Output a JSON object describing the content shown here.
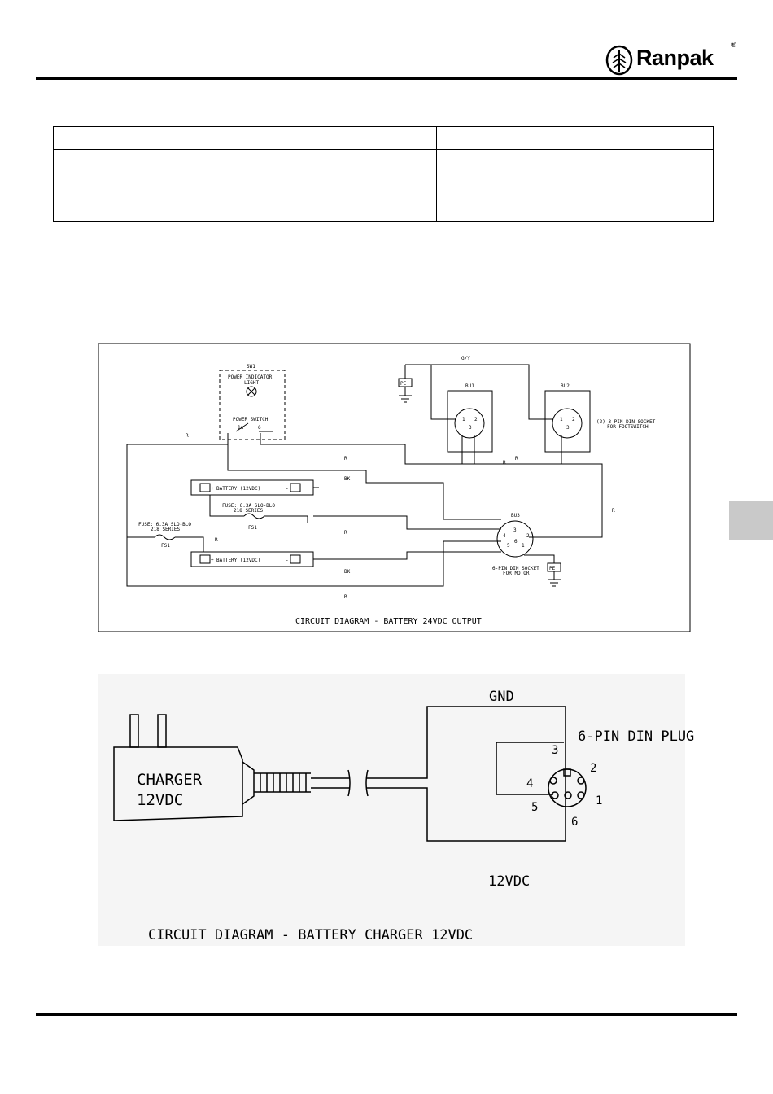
{
  "brand": {
    "name": "Ranpak",
    "registered": "®"
  },
  "spec_table": {
    "header": [
      "",
      "",
      ""
    ],
    "row": [
      "",
      "",
      ""
    ]
  },
  "diagram1": {
    "title": "CIRCUIT DIAGRAM - BATTERY 24VDC OUTPUT",
    "sw1": "SW1",
    "power_indicator": "POWER INDICATOR",
    "light": "LIGHT",
    "power_switch": "POWER SWITCH",
    "sw_terminal_1a": "1A",
    "sw_terminal_6": "6",
    "battery_1": "BATTERY (12VDC)",
    "battery_2": "BATTERY (12VDC)",
    "fuse_1_line1": "FUSE: 6.3A SLO-BLO",
    "fuse_1_line2": "218 SERIES",
    "fuse_1_ref": "FS1",
    "fuse_2_line1": "FUSE: 6.3A SLO-BLO",
    "fuse_2_line2": "218 SERIES",
    "fuse_2_ref": "FS1",
    "gy": "G/Y",
    "pe_1": "PE",
    "pe_2": "PE",
    "bu1": "BU1",
    "bu2": "BU2",
    "bu3": "BU3",
    "footswitch_line1": "(2) 3-PIN DIN SOCKET",
    "footswitch_line2": "FOR FOOTSWITCH",
    "motor_line1": "6-PIN DIN SOCKET",
    "motor_line2": "FOR MOTOR",
    "r1": "R",
    "r2": "R",
    "r3": "R",
    "r4": "R",
    "r5": "R",
    "r6": "R",
    "r7": "R",
    "r8": "R",
    "bk1": "BK",
    "bk2": "BK",
    "plus": "+",
    "minus": "-",
    "pin_1": "1",
    "pin_2": "2",
    "pin_3": "3",
    "din_1": "1",
    "din_2": "2",
    "din_3": "3",
    "din_4": "4",
    "din_5": "5",
    "din_6": "6"
  },
  "diagram2": {
    "title": "CIRCUIT DIAGRAM - BATTERY CHARGER 12VDC",
    "charger_line1": "CHARGER",
    "charger_line2": "12VDC",
    "gnd": "GND",
    "plug_label": "6-PIN DIN PLUG",
    "v12": "12VDC",
    "pin_1": "1",
    "pin_2": "2",
    "pin_3": "3",
    "pin_4": "4",
    "pin_5": "5",
    "pin_6": "6"
  }
}
